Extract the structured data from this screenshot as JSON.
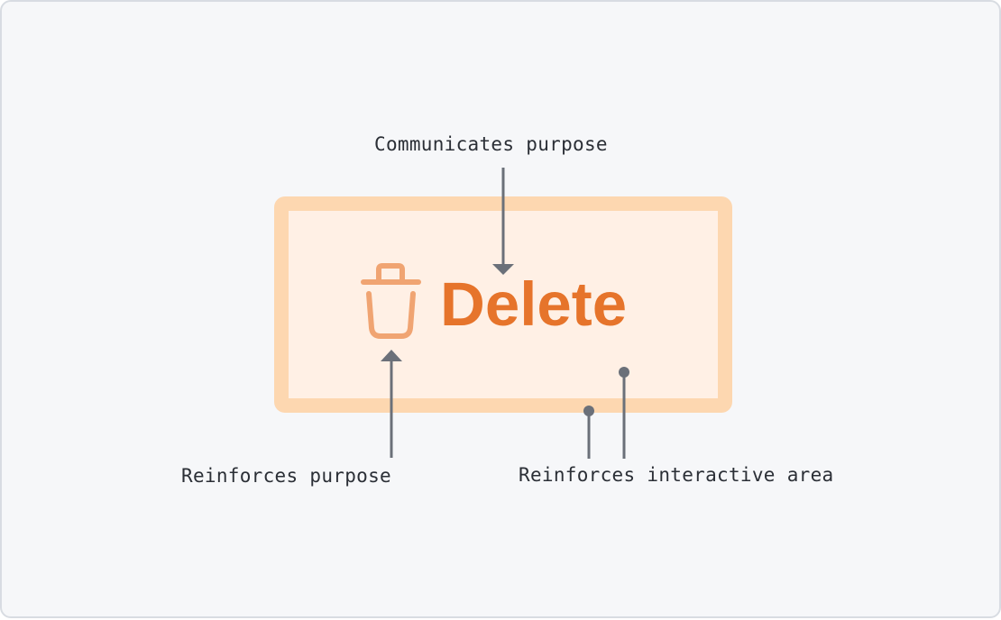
{
  "button": {
    "label": "Delete",
    "icon": "trash-icon",
    "text_color": "#e6742b",
    "icon_color": "#f0a472",
    "fill_color": "#fff0e5",
    "border_color": "#fdd7b0"
  },
  "annotations": {
    "communicates": "Communicates purpose",
    "reinforces_purpose": "Reinforces purpose",
    "reinforces_area": "Reinforces interactive area",
    "line_color": "#6b7079"
  }
}
